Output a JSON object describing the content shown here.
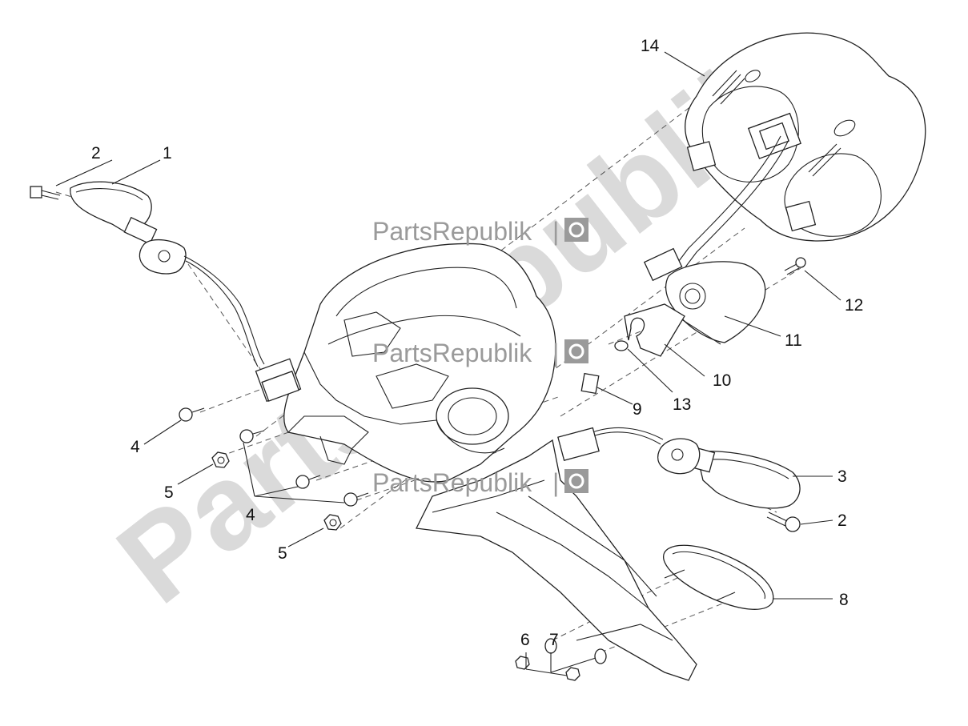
{
  "watermark": {
    "text": "PartsRepublik",
    "separator": "|",
    "icon": "gear-icon"
  },
  "callouts": [
    {
      "id": "c1",
      "label": "1"
    },
    {
      "id": "c2a",
      "label": "2"
    },
    {
      "id": "c2b",
      "label": "2"
    },
    {
      "id": "c3",
      "label": "3"
    },
    {
      "id": "c4a",
      "label": "4"
    },
    {
      "id": "c4b",
      "label": "4"
    },
    {
      "id": "c5a",
      "label": "5"
    },
    {
      "id": "c5b",
      "label": "5"
    },
    {
      "id": "c6",
      "label": "6"
    },
    {
      "id": "c7",
      "label": "7"
    },
    {
      "id": "c8",
      "label": "8"
    },
    {
      "id": "c9",
      "label": "9"
    },
    {
      "id": "c10",
      "label": "10"
    },
    {
      "id": "c11",
      "label": "11"
    },
    {
      "id": "c12",
      "label": "12"
    },
    {
      "id": "c13",
      "label": "13"
    },
    {
      "id": "c14",
      "label": "14"
    }
  ],
  "colors": {
    "line": "#222222",
    "background": "#ffffff",
    "watermark": "#9a9a9a"
  }
}
